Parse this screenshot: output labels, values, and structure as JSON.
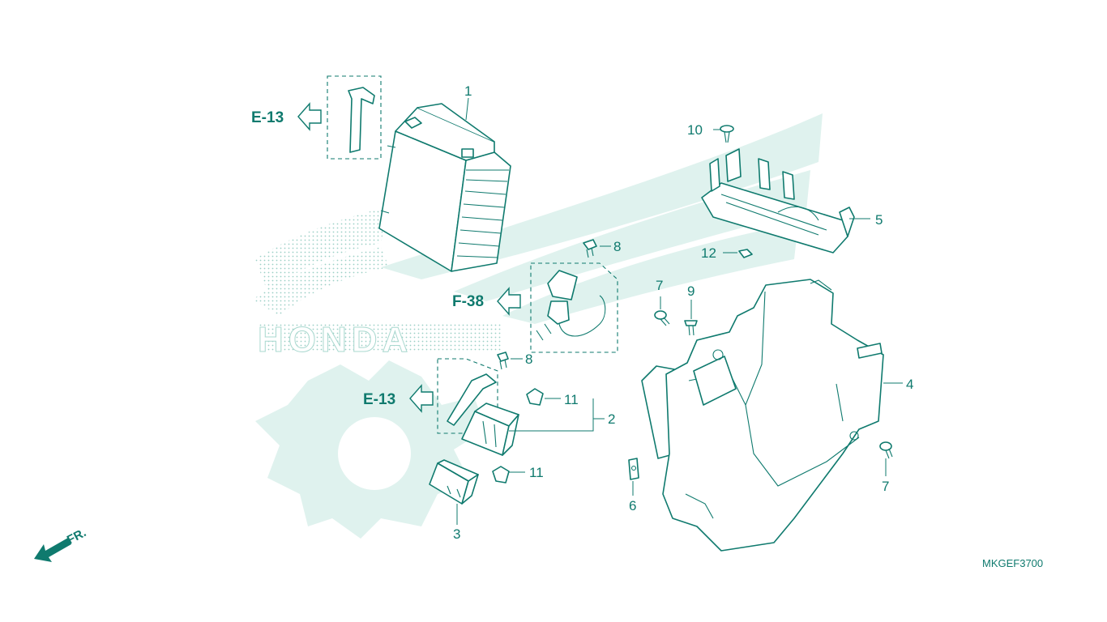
{
  "colors": {
    "line": "#0f7a6e",
    "watermark": "#dff2ee"
  },
  "watermark": {
    "text": "HONDA"
  },
  "callouts": {
    "c1": "1",
    "c2": "2",
    "c3": "3",
    "c4": "4",
    "c5": "5",
    "c6": "6",
    "c7a": "7",
    "c7b": "7",
    "c8a": "8",
    "c8b": "8",
    "c9": "9",
    "c10": "10",
    "c11a": "11",
    "c11b": "11",
    "c12": "12"
  },
  "references": {
    "e13_top": "E-13",
    "f38": "F-38",
    "e13_bottom": "E-13"
  },
  "direction_label": "FR.",
  "diagram_code": "MKGEF3700"
}
